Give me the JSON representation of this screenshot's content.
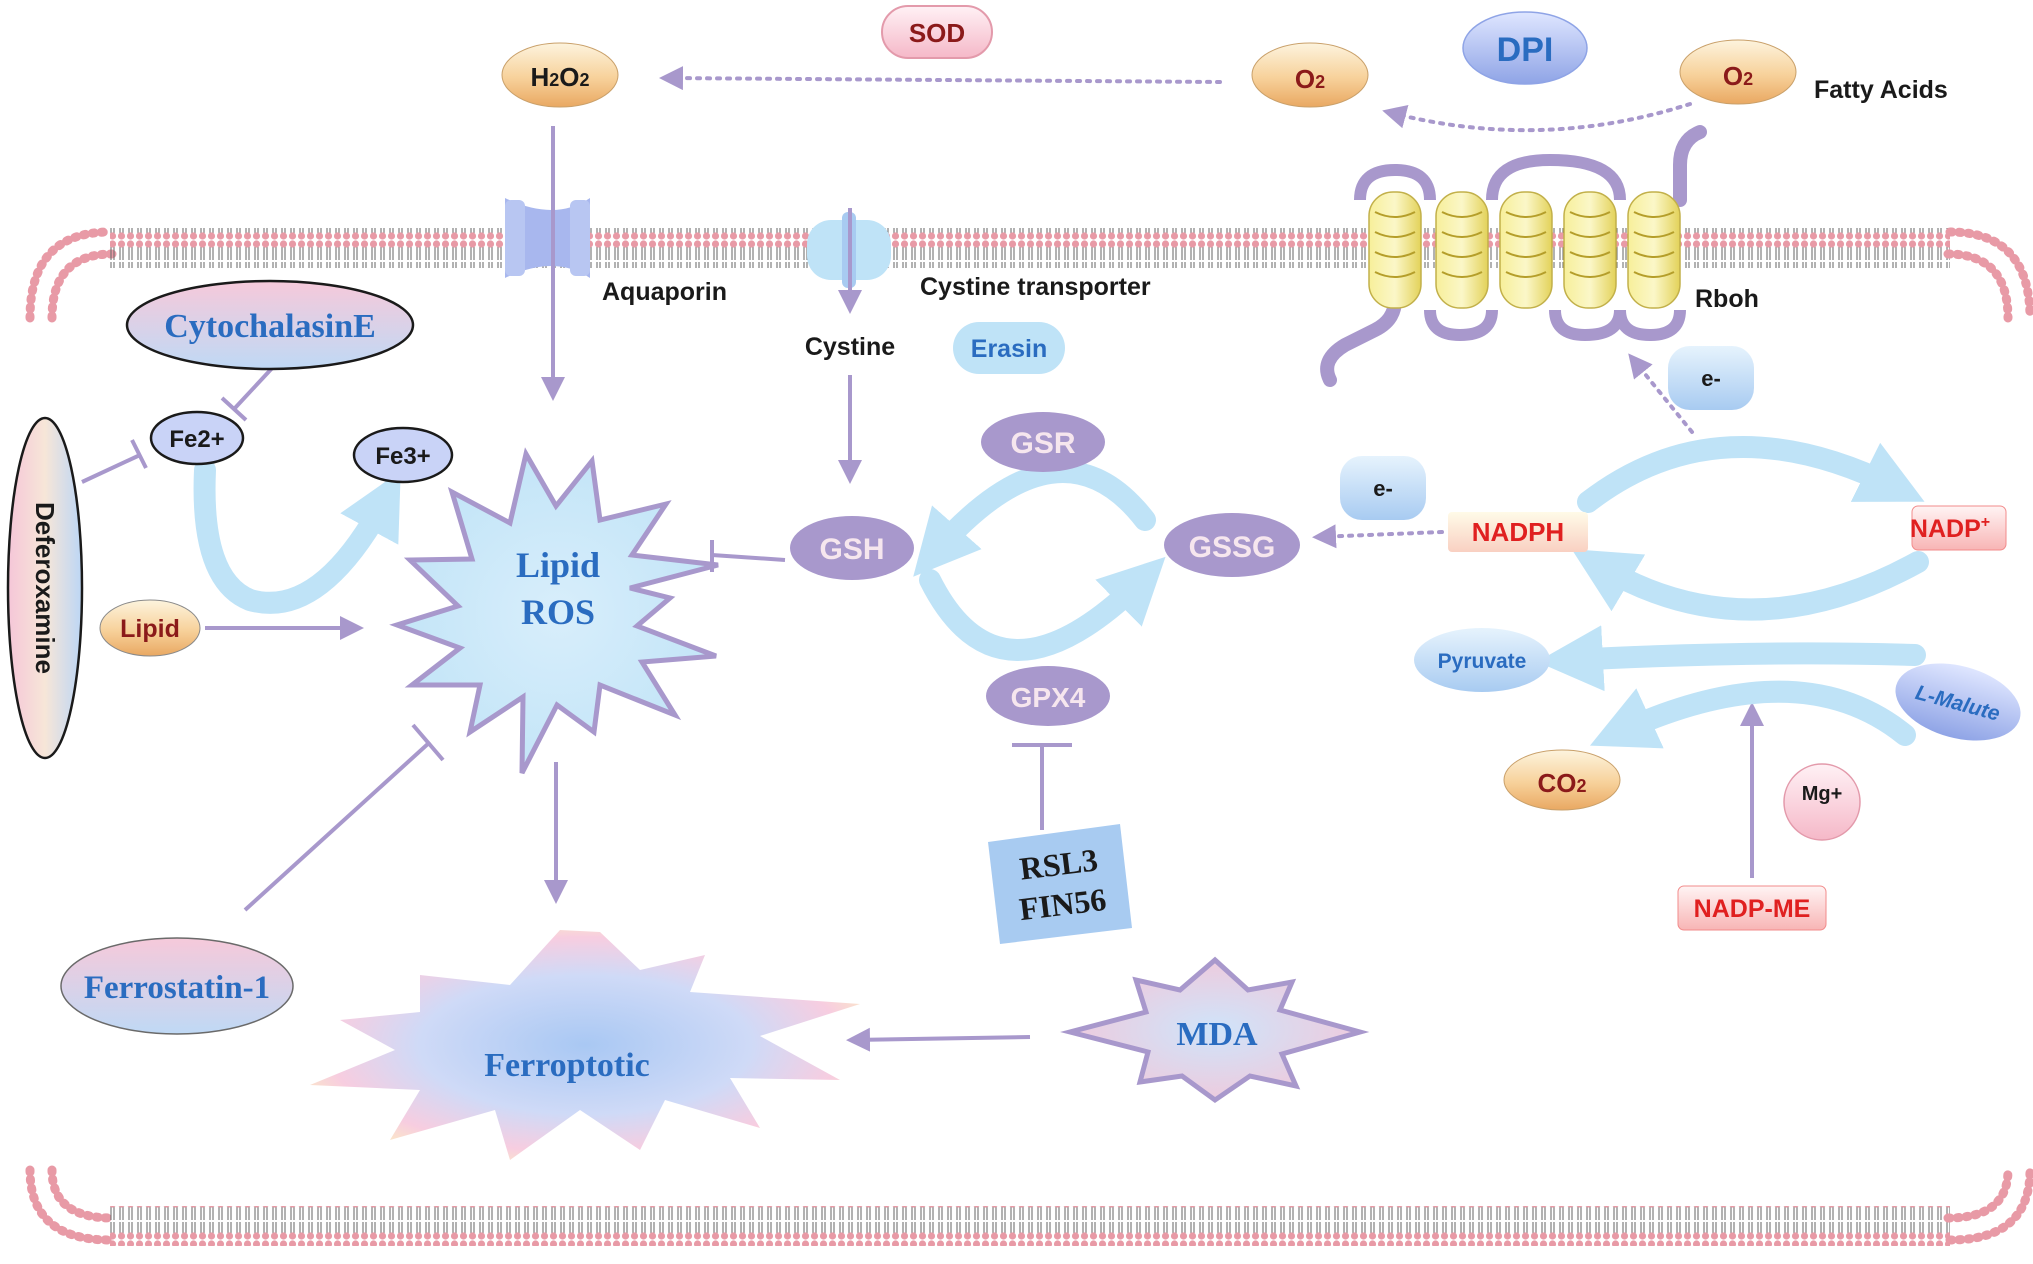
{
  "labels": {
    "sod": "SOD",
    "dpi": "DPI",
    "h2o2_main": "H",
    "h2o2_sub1": "2",
    "h2o2_mid": "O",
    "h2o2_sub2": "2",
    "o2_left_main": "O",
    "o2_left_sub": "2",
    "o2_right_main": "O",
    "o2_right_sub": "2",
    "fatty_acids": "Fatty Acids",
    "aquaporin": "Aquaporin",
    "cystine_transporter": "Cystine transporter",
    "rboh": "Rboh",
    "cystine": "Cystine",
    "erasin": "Erasin",
    "cytochalasine": "CytochalasinE",
    "deferoxamine": "Deferoxamine",
    "fe2": "Fe2+",
    "fe3": "Fe3+",
    "lipid": "Lipid",
    "lipid_ros_line1": "Lipid",
    "lipid_ros_line2": "ROS",
    "gsr": "GSR",
    "gsh": "GSH",
    "gssg": "GSSG",
    "gpx4": "GPX4",
    "rsl3": "RSL3",
    "fin56": "FIN56",
    "e_minus_top": "e-",
    "e_minus_mid": "e-",
    "nadph": "NADPH",
    "nadp_main": "NADP",
    "nadp_sup": "+",
    "pyruvate": "Pyruvate",
    "l_malute": "L-Malute",
    "co2_main": "CO",
    "co2_sub": "2",
    "mg": "Mg+",
    "nadp_me": "NADP-ME",
    "ferrostatin": "Ferrostatin-1",
    "ferroptotic": "Ferroptotic",
    "mda": "MDA"
  },
  "colors": {
    "membrane_head": "#e89aa6",
    "arrow": "#a898cc",
    "cyan_arrow": "#bfe3f7",
    "lavender_node": "#a898cc",
    "accent_blue": "#2a6cc0",
    "nadph_red": "#e02020"
  }
}
